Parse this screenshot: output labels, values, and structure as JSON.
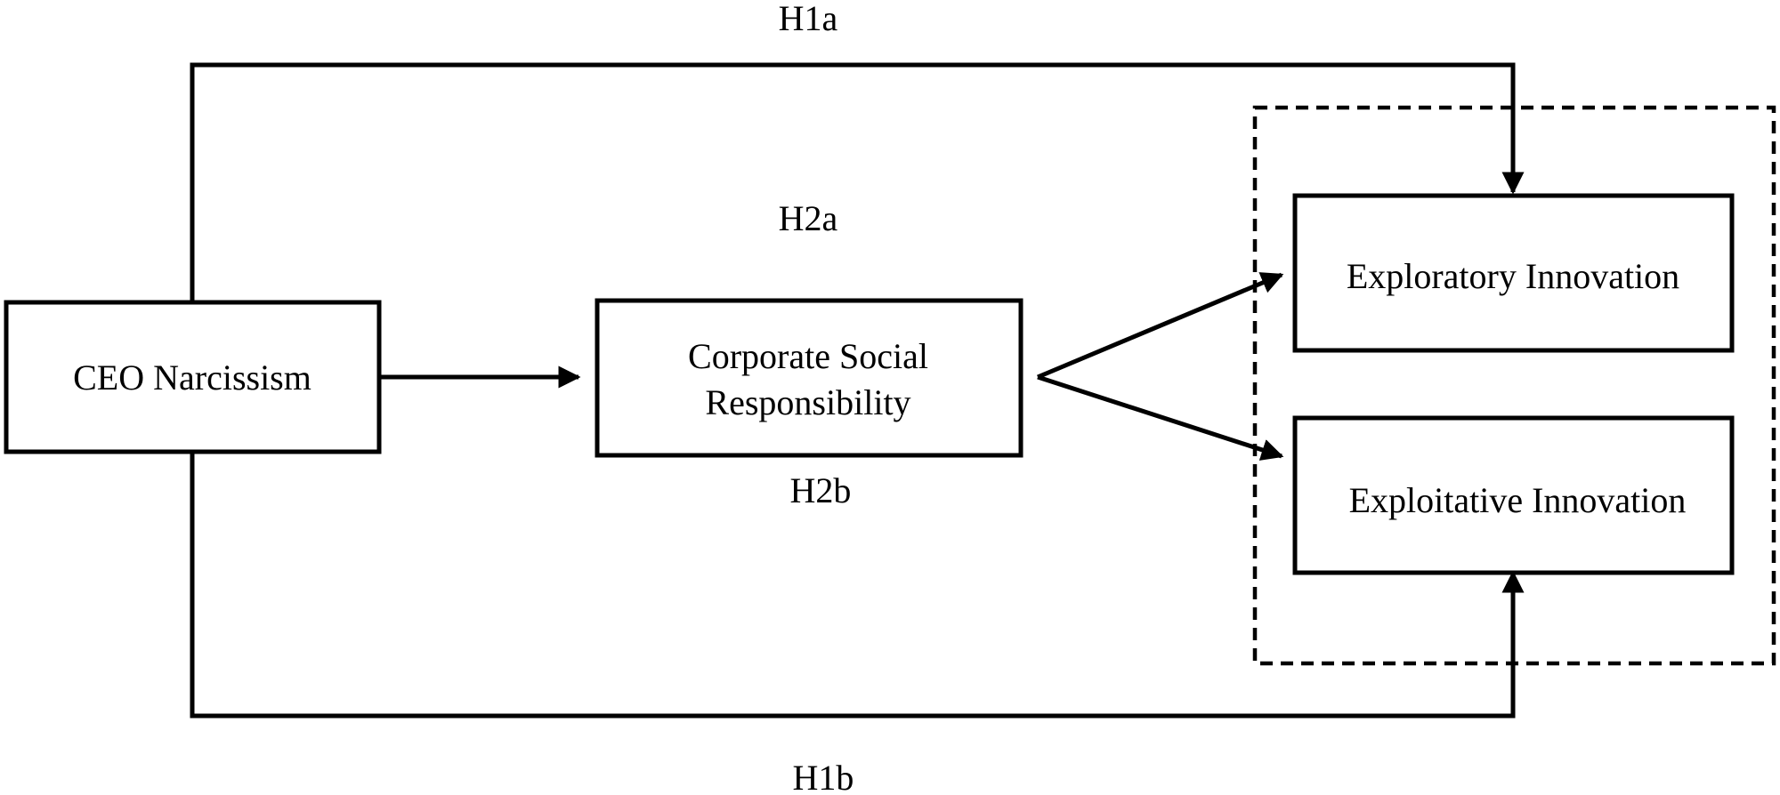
{
  "nodes": {
    "ceo_narcissism": "CEO Narcissism",
    "csr_line1": "Corporate Social",
    "csr_line2": "Responsibility",
    "exploratory": "Exploratory Innovation",
    "exploitative": "Exploitative Innovation"
  },
  "hypotheses": {
    "h1a": "H1a",
    "h1b": "H1b",
    "h2a": "H2a",
    "h2b": "H2b"
  }
}
